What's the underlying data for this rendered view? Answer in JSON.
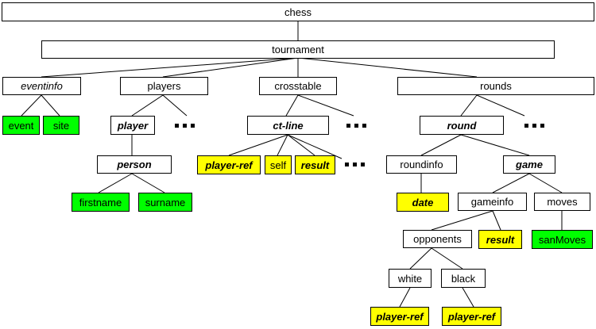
{
  "nodes": {
    "chess": "chess",
    "tournament": "tournament",
    "eventinfo": "eventinfo",
    "players": "players",
    "crosstable": "crosstable",
    "rounds": "rounds",
    "event": "event",
    "site": "site",
    "player": "player",
    "person": "person",
    "firstname": "firstname",
    "surname": "surname",
    "ct_line": "ct-line",
    "player_ref_ct": "player-ref",
    "self": "self",
    "result_ct": "result",
    "round": "round",
    "roundinfo": "roundinfo",
    "game": "game",
    "date": "date",
    "gameinfo": "gameinfo",
    "moves": "moves",
    "opponents": "opponents",
    "result_game": "result",
    "sanMoves": "sanMoves",
    "white": "white",
    "black": "black",
    "player_ref_white": "player-ref",
    "player_ref_black": "player-ref"
  },
  "colors": {
    "green": "#00ff00",
    "yellow": "#ffff00",
    "line": "#000000"
  }
}
